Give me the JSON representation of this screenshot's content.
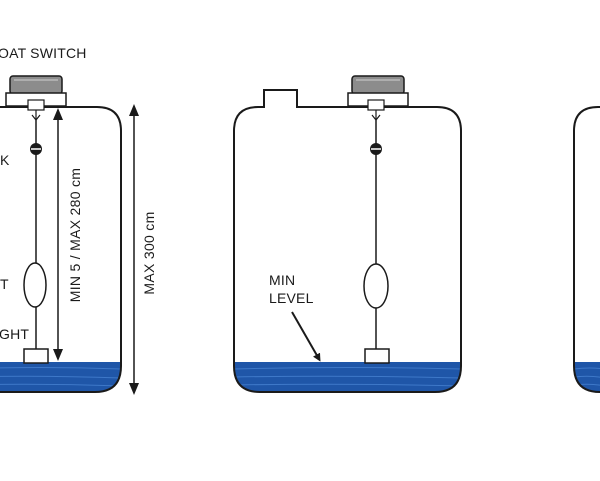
{
  "labels": {
    "float_switch": "OAT SWITCH",
    "tank_cut": "K",
    "float_cut": "T",
    "weight_cut": "GHT",
    "min_level_line1": "MIN",
    "min_level_line2": "LEVEL"
  },
  "dimensions": {
    "cable_length": "MIN 5 / MAX 280 cm",
    "max_height": "MAX 300 cm"
  },
  "colors": {
    "water": "#1f56a8",
    "water_light": "#3e78c8",
    "outline": "#1a1a1a",
    "switch_housing": "#8c8c8c"
  }
}
